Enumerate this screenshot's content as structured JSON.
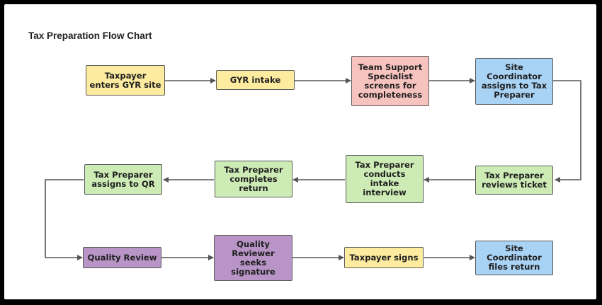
{
  "title": "Tax Preparation Flow Chart",
  "colors": {
    "yellow": "#fdeb9f",
    "pink": "#f7c3bf",
    "blue": "#a9d3f5",
    "green": "#cdebb5",
    "purple": "#b895c6",
    "connector": "#555555"
  },
  "nodes": [
    {
      "id": "n1",
      "label": "Taxpayer enters GYR site",
      "color": "yellow"
    },
    {
      "id": "n2",
      "label": "GYR intake",
      "color": "yellow"
    },
    {
      "id": "n3",
      "label": "Team Support Specialist screens for completeness",
      "color": "pink"
    },
    {
      "id": "n4",
      "label": "Site Coordinator assigns to Tax Preparer",
      "color": "blue"
    },
    {
      "id": "n5",
      "label": "Tax Preparer reviews ticket",
      "color": "green"
    },
    {
      "id": "n6",
      "label": "Tax Preparer conducts intake interview",
      "color": "green"
    },
    {
      "id": "n7",
      "label": "Tax Preparer completes return",
      "color": "green"
    },
    {
      "id": "n8",
      "label": "Tax Preparer assigns to QR",
      "color": "green"
    },
    {
      "id": "n9",
      "label": "Quality Review",
      "color": "purple"
    },
    {
      "id": "n10",
      "label": "Quality Reviewer seeks signature",
      "color": "purple"
    },
    {
      "id": "n11",
      "label": "Taxpayer signs",
      "color": "yellow"
    },
    {
      "id": "n12",
      "label": "Site Coordinator files return",
      "color": "blue"
    }
  ],
  "edges": [
    {
      "from": "n1",
      "to": "n2"
    },
    {
      "from": "n2",
      "to": "n3"
    },
    {
      "from": "n3",
      "to": "n4"
    },
    {
      "from": "n4",
      "to": "n5"
    },
    {
      "from": "n5",
      "to": "n6"
    },
    {
      "from": "n6",
      "to": "n7"
    },
    {
      "from": "n7",
      "to": "n8"
    },
    {
      "from": "n8",
      "to": "n9"
    },
    {
      "from": "n9",
      "to": "n10"
    },
    {
      "from": "n10",
      "to": "n11"
    },
    {
      "from": "n11",
      "to": "n12"
    }
  ]
}
